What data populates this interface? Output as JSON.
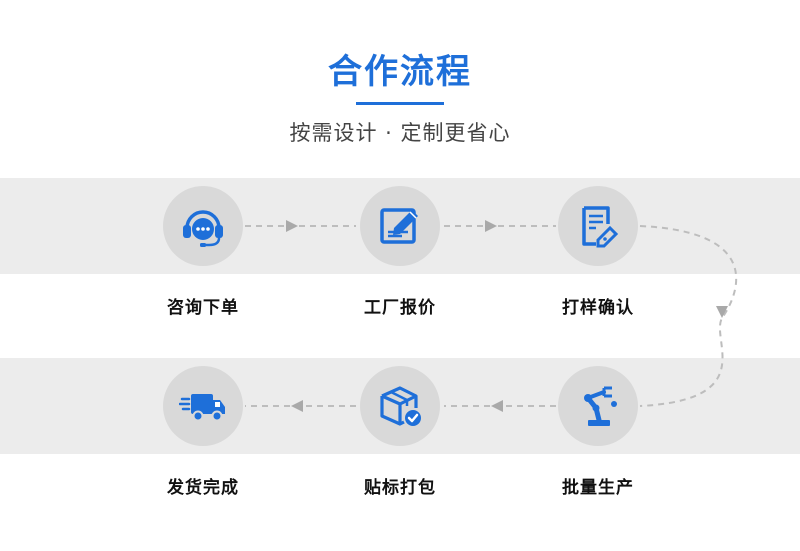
{
  "header": {
    "title": "合作流程",
    "subtitle": "按需设计 · 定制更省心"
  },
  "colors": {
    "accent": "#1e6fd9",
    "band": "#ececec",
    "circle": "#d9d9d9",
    "connector": "#bdbdbd"
  },
  "steps": [
    {
      "label": "咨询下单",
      "icon": "customer-service-headset-icon"
    },
    {
      "label": "工厂报价",
      "icon": "edit-document-icon"
    },
    {
      "label": "打样确认",
      "icon": "sample-form-icon"
    },
    {
      "label": "批量生产",
      "icon": "robot-arm-icon"
    },
    {
      "label": "贴标打包",
      "icon": "package-box-icon"
    },
    {
      "label": "发货完成",
      "icon": "delivery-truck-icon"
    }
  ]
}
